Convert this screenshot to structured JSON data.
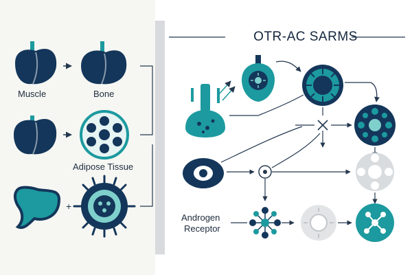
{
  "title": "OTR-AC SARMS",
  "left_panel": {
    "muscle_label": "Muscle",
    "bone_label": "Bone",
    "adipose_label": "Adipose Tissue",
    "plus_sign": "+"
  },
  "right_panel": {
    "receptor_label_line1": "Androgen",
    "receptor_label_line2": "Receptor"
  },
  "colors": {
    "navy": "#14365a",
    "teal": "#1c9a9f",
    "light_teal": "#7fd0cc",
    "gray": "#cfd3d6",
    "line": "#24384f",
    "panel_bg": "#f6f7f3",
    "divider": "#c9ccd0"
  }
}
